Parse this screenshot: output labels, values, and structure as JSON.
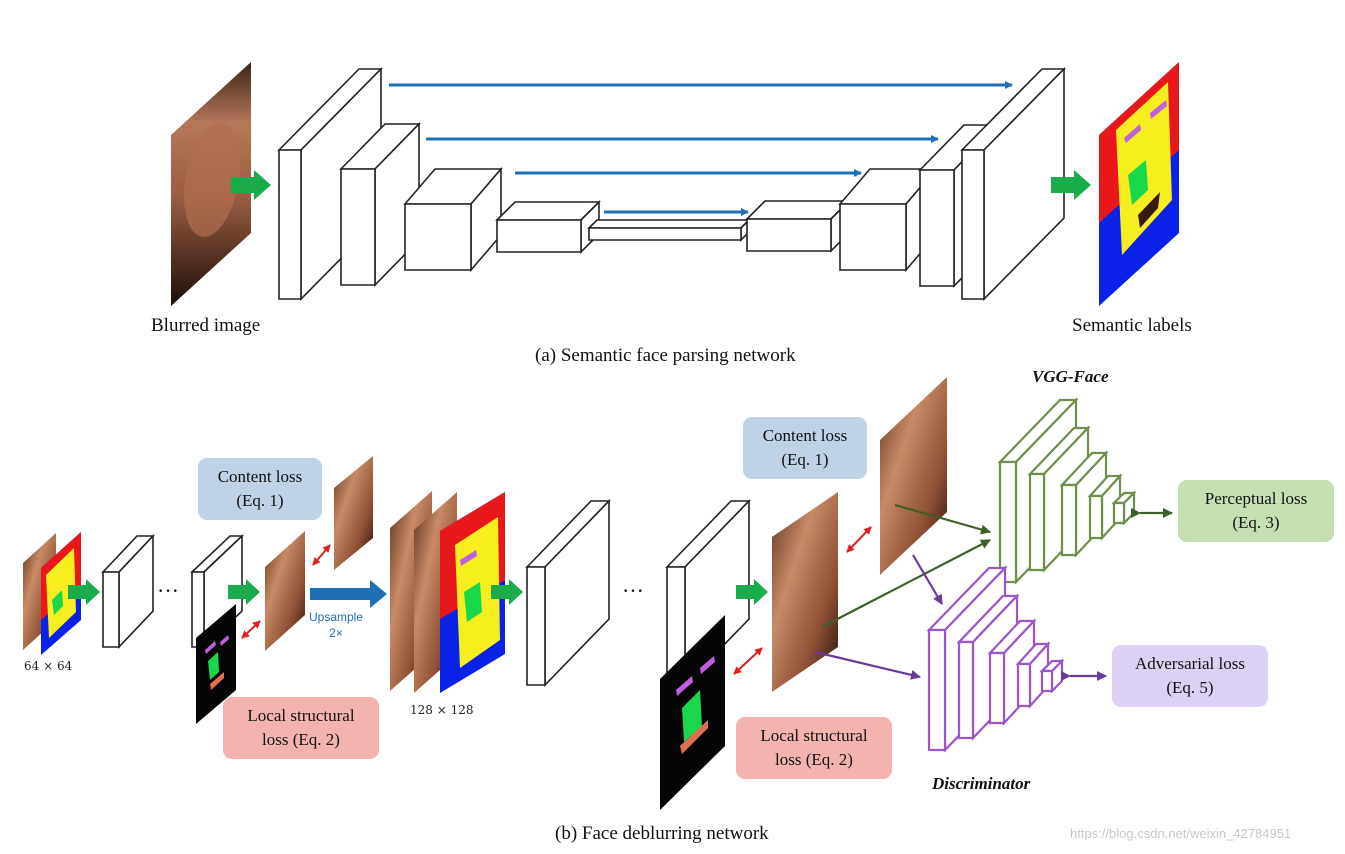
{
  "part_a": {
    "input_label": "Blurred image",
    "output_label": "Semantic labels",
    "caption": "(a) Semantic face parsing network"
  },
  "part_b": {
    "caption": "(b) Face deblurring network",
    "input_size": "64 × 64",
    "mid_size": "128 × 128",
    "upsample_line1": "Upsample",
    "upsample_line2": "2×",
    "ellipsis": "···",
    "content_loss_1": {
      "line1": "Content loss",
      "line2": "(Eq. 1)"
    },
    "local_loss_1": {
      "line1": "Local structural",
      "line2": "loss (Eq. 2)"
    },
    "content_loss_2": {
      "line1": "Content loss",
      "line2": "(Eq. 1)"
    },
    "local_loss_2": {
      "line1": "Local structural",
      "line2": "loss (Eq. 2)"
    },
    "vgg_label": "VGG-Face",
    "disc_label": "Discriminator",
    "perceptual_loss": {
      "line1": "Perceptual loss",
      "line2": "(Eq. 3)"
    },
    "adversarial_loss": {
      "line1": "Adversarial loss",
      "line2": "(Eq. 5)"
    }
  },
  "watermark": "https://blog.csdn.net/weixin_42784951",
  "colors": {
    "content_box": "#bfd2e6",
    "local_box": "#f4b3b0",
    "perceptual_box": "#c6dfb4",
    "adversarial_box": "#dcd1f2",
    "skip_arrow": "#1f6fb5",
    "flow_arrow": "#1aab4b",
    "vgg_stroke": "#6f8f4c",
    "disc_stroke": "#9a55c9",
    "red_arrow": "#e02020"
  }
}
